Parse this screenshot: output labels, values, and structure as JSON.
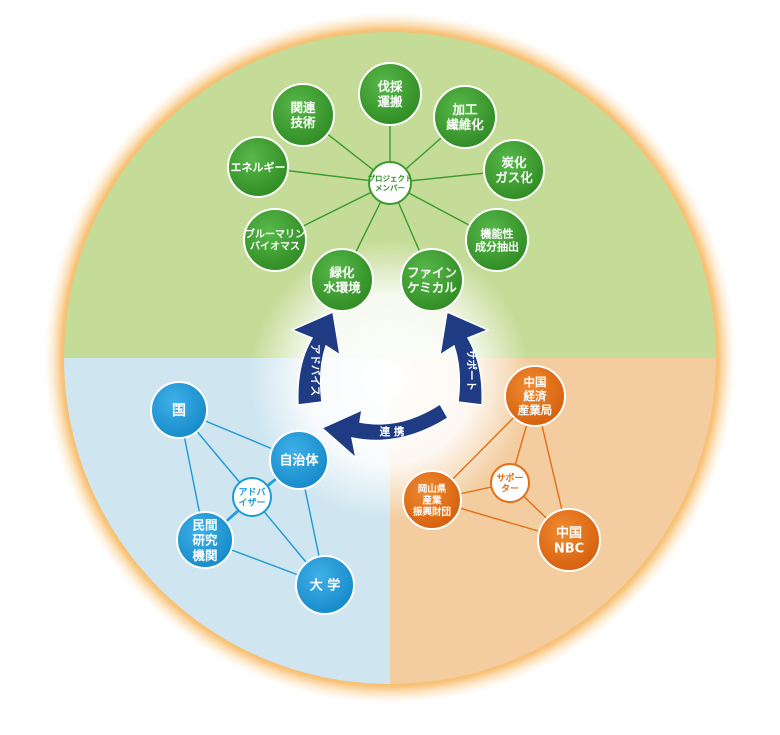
{
  "colors": {
    "green_bg": "#c5dc98",
    "blue_bg": "#cfe6f0",
    "orange_bg": "#f3cd9f",
    "ring": "#f39a2a",
    "green_node": "#3a9b2c",
    "blue_node": "#1d9ad6",
    "orange_node": "#e36e14",
    "arrow": "#1e3b84"
  },
  "center_green": [
    "プロジェクト",
    "メンバー"
  ],
  "green_nodes": [
    {
      "name": "bassai",
      "lines": [
        "伐採",
        "運搬"
      ]
    },
    {
      "name": "kakou",
      "lines": [
        "加工",
        "繊維化"
      ]
    },
    {
      "name": "tanka",
      "lines": [
        "炭化",
        "ガス化"
      ]
    },
    {
      "name": "kinou",
      "lines": [
        "機能性",
        "成分抽出"
      ]
    },
    {
      "name": "fine",
      "lines": [
        "ファイン",
        "ケミカル"
      ]
    },
    {
      "name": "ryokka",
      "lines": [
        "緑化",
        "水環境"
      ]
    },
    {
      "name": "bluemarine",
      "lines": [
        "ブルーマリン",
        "バイオマス"
      ]
    },
    {
      "name": "energy",
      "lines": [
        "エネルギー"
      ]
    },
    {
      "name": "kanren",
      "lines": [
        "関連",
        "技術"
      ]
    }
  ],
  "center_blue": [
    "アドバ",
    "イザー"
  ],
  "blue_nodes": [
    {
      "name": "kuni",
      "lines": [
        "国"
      ]
    },
    {
      "name": "jichitai",
      "lines": [
        "自治体"
      ]
    },
    {
      "name": "minkan",
      "lines": [
        "民間",
        "研究",
        "機関"
      ]
    },
    {
      "name": "daigaku",
      "lines": [
        "大 学"
      ]
    }
  ],
  "center_orange": [
    "サポー",
    "ター"
  ],
  "orange_nodes": [
    {
      "name": "chugoku-keizai",
      "lines": [
        "中国",
        "経済",
        "産業局"
      ]
    },
    {
      "name": "okayama",
      "lines": [
        "岡山県",
        "産業",
        "振興財団"
      ]
    },
    {
      "name": "chugoku-nbc",
      "lines": [
        "中国",
        "NBC"
      ]
    }
  ],
  "arrows": {
    "advise": "アドバイス",
    "support": "サポート",
    "renkei": "連 携"
  }
}
